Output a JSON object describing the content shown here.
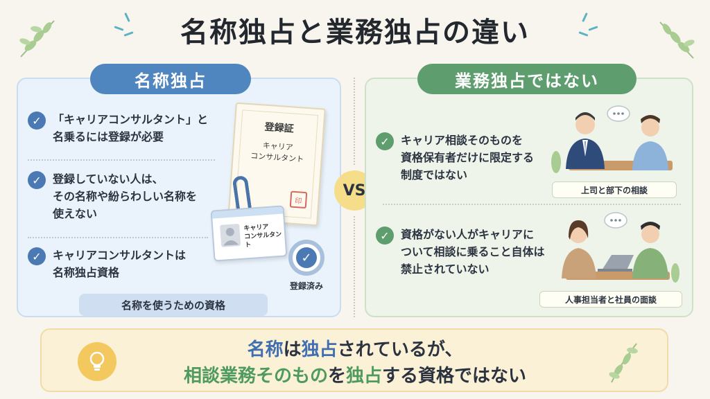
{
  "title": "名称独占と業務独占の違い",
  "left": {
    "heading": "名称独占",
    "items": [
      {
        "line1": "「キャリアコンサルタント」と",
        "line2": "名乗るには登録が必要",
        "line3": ""
      },
      {
        "line1": "登録していない人は、",
        "line2": "その名称や紛らわしい名称を",
        "line3": "使えない"
      },
      {
        "line1": "キャリアコンサルタントは",
        "line2": "名称独占資格",
        "line3": ""
      }
    ],
    "footer": "名称を使うための資格",
    "certificate": {
      "title": "登録証",
      "line1": "キャリア",
      "line2": "コンサルタント",
      "seal": "印"
    },
    "id_card": {
      "line1": "キャリア",
      "line2": "コンサルタント"
    },
    "badge_label": "登録済み"
  },
  "vs": "VS",
  "right": {
    "heading": "業務独占ではない",
    "items": [
      {
        "line1": "キャリア相談そのものを",
        "line2": "資格保有者だけに限定する",
        "line3": "制度ではない"
      },
      {
        "line1": "資格がない人がキャリアに",
        "line2": "ついて相談に乗ること自体は",
        "line3": "禁止されていない"
      }
    ],
    "scene1_caption": "上司と部下の相談",
    "scene2_caption": "人事担当者と社員の面談"
  },
  "banner": {
    "l1_a": "名称",
    "l1_b": "は",
    "l1_c": "独占",
    "l1_d": "されているが、",
    "l2_a": "相談業務そのもの",
    "l2_b": "を",
    "l2_c": "独占",
    "l2_d": "する資格ではない"
  },
  "colors": {
    "left_accent": "#4f86bf",
    "right_accent": "#5e9e6e",
    "vs": "#f6dd8a",
    "banner": "#fbf1d6"
  }
}
